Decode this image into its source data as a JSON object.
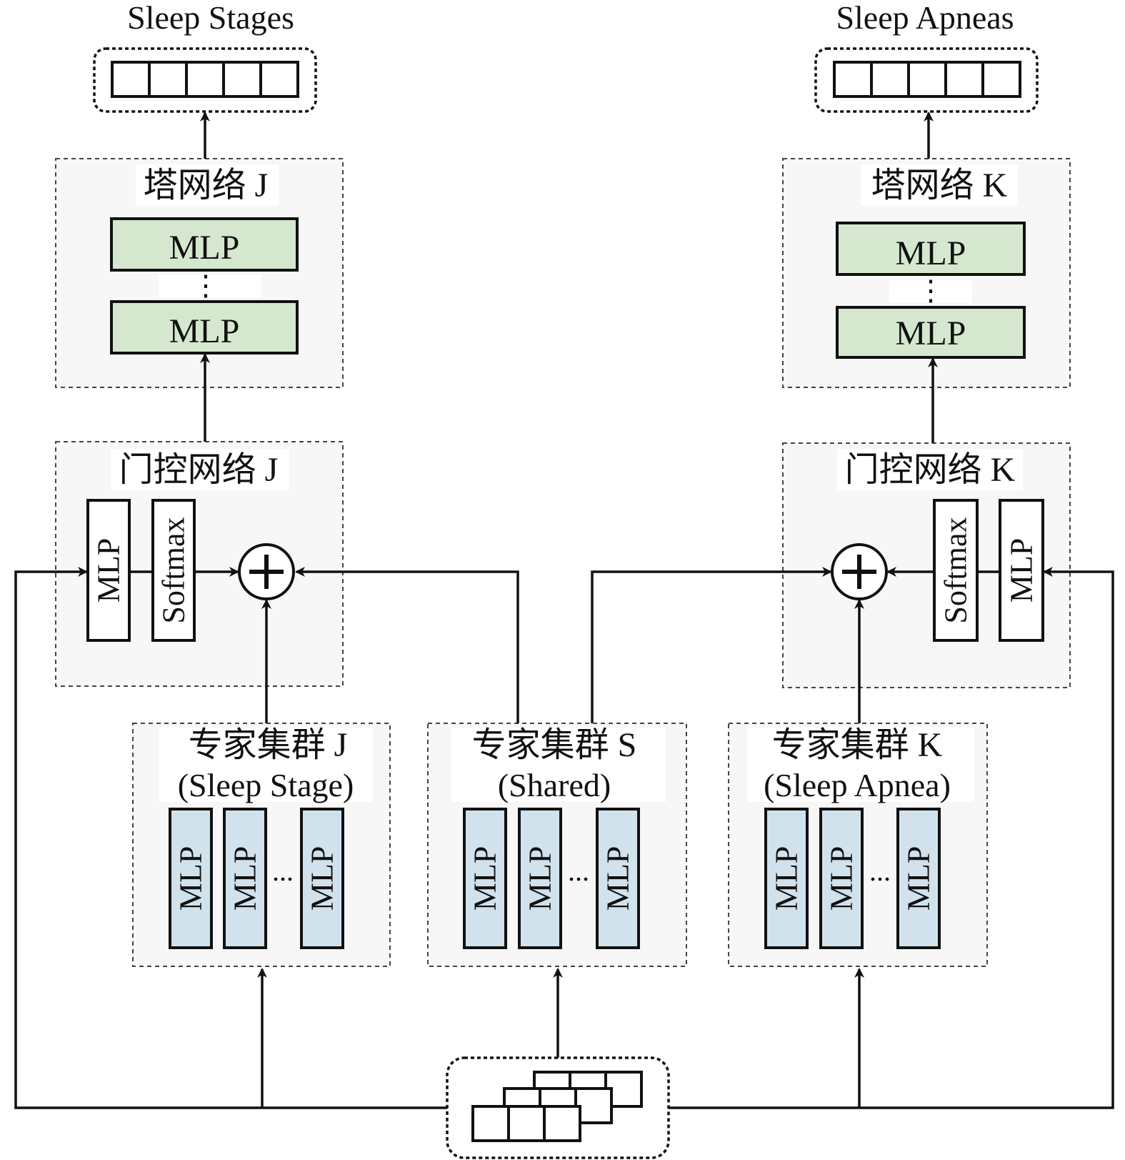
{
  "outputs": {
    "left_title": "Sleep Stages",
    "right_title": "Sleep Apneas"
  },
  "tower_j": {
    "title": "塔网络 J",
    "mlp_top": "MLP",
    "mlp_bottom": "MLP",
    "dots": "⋮"
  },
  "tower_k": {
    "title": "塔网络 K",
    "mlp_top": "MLP",
    "mlp_bottom": "MLP",
    "dots": "⋮"
  },
  "gate_j": {
    "title": "门控网络 J",
    "mlp": "MLP",
    "softmax": "Softmax",
    "sum": "+"
  },
  "gate_k": {
    "title": "门控网络 K",
    "mlp": "MLP",
    "softmax": "Softmax",
    "sum": "+"
  },
  "experts": [
    {
      "line1": "专家集群 J",
      "line2": "(Sleep Stage)",
      "mlp": [
        "MLP",
        "MLP",
        "MLP"
      ],
      "dots": "..."
    },
    {
      "line1": "专家集群 S",
      "line2": "(Shared)",
      "mlp": [
        "MLP",
        "MLP",
        "MLP"
      ],
      "dots": "..."
    },
    {
      "line1": "专家集群 K",
      "line2": "(Sleep Apnea)",
      "mlp": [
        "MLP",
        "MLP",
        "MLP"
      ],
      "dots": "..."
    }
  ],
  "colors": {
    "tower_mlp": "#d5e8cf",
    "expert_mlp": "#d1e2ed",
    "panel_bg": "#f7f7f7"
  }
}
